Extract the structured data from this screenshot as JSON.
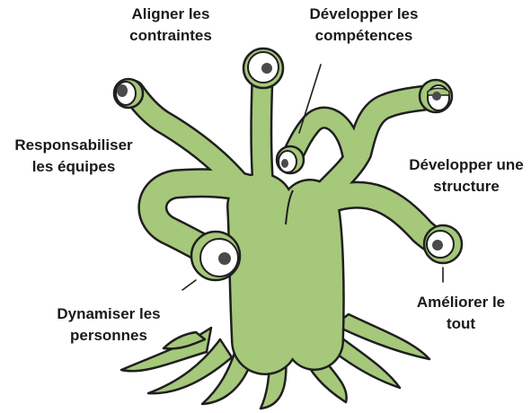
{
  "diagram": {
    "colors": {
      "body": "#a5c87a",
      "outline": "#1f1f1f",
      "eye_white": "#ffffff",
      "pupil": "#4a4a4a",
      "text": "#1a1a1a"
    },
    "labels": {
      "aligner": {
        "line1": "Aligner les",
        "line2": "contraintes"
      },
      "developper_competences": {
        "line1": "Développer les",
        "line2": "compétences"
      },
      "responsabiliser": {
        "line1": "Responsabiliser",
        "line2": "les équipes"
      },
      "developper_structure": {
        "line1": "Développer une",
        "line2": "structure"
      },
      "dynamiser": {
        "line1": "Dynamiser les",
        "line2": "personnes"
      },
      "ameliorer": {
        "line1": "Améliorer le",
        "line2": "tout"
      }
    }
  }
}
